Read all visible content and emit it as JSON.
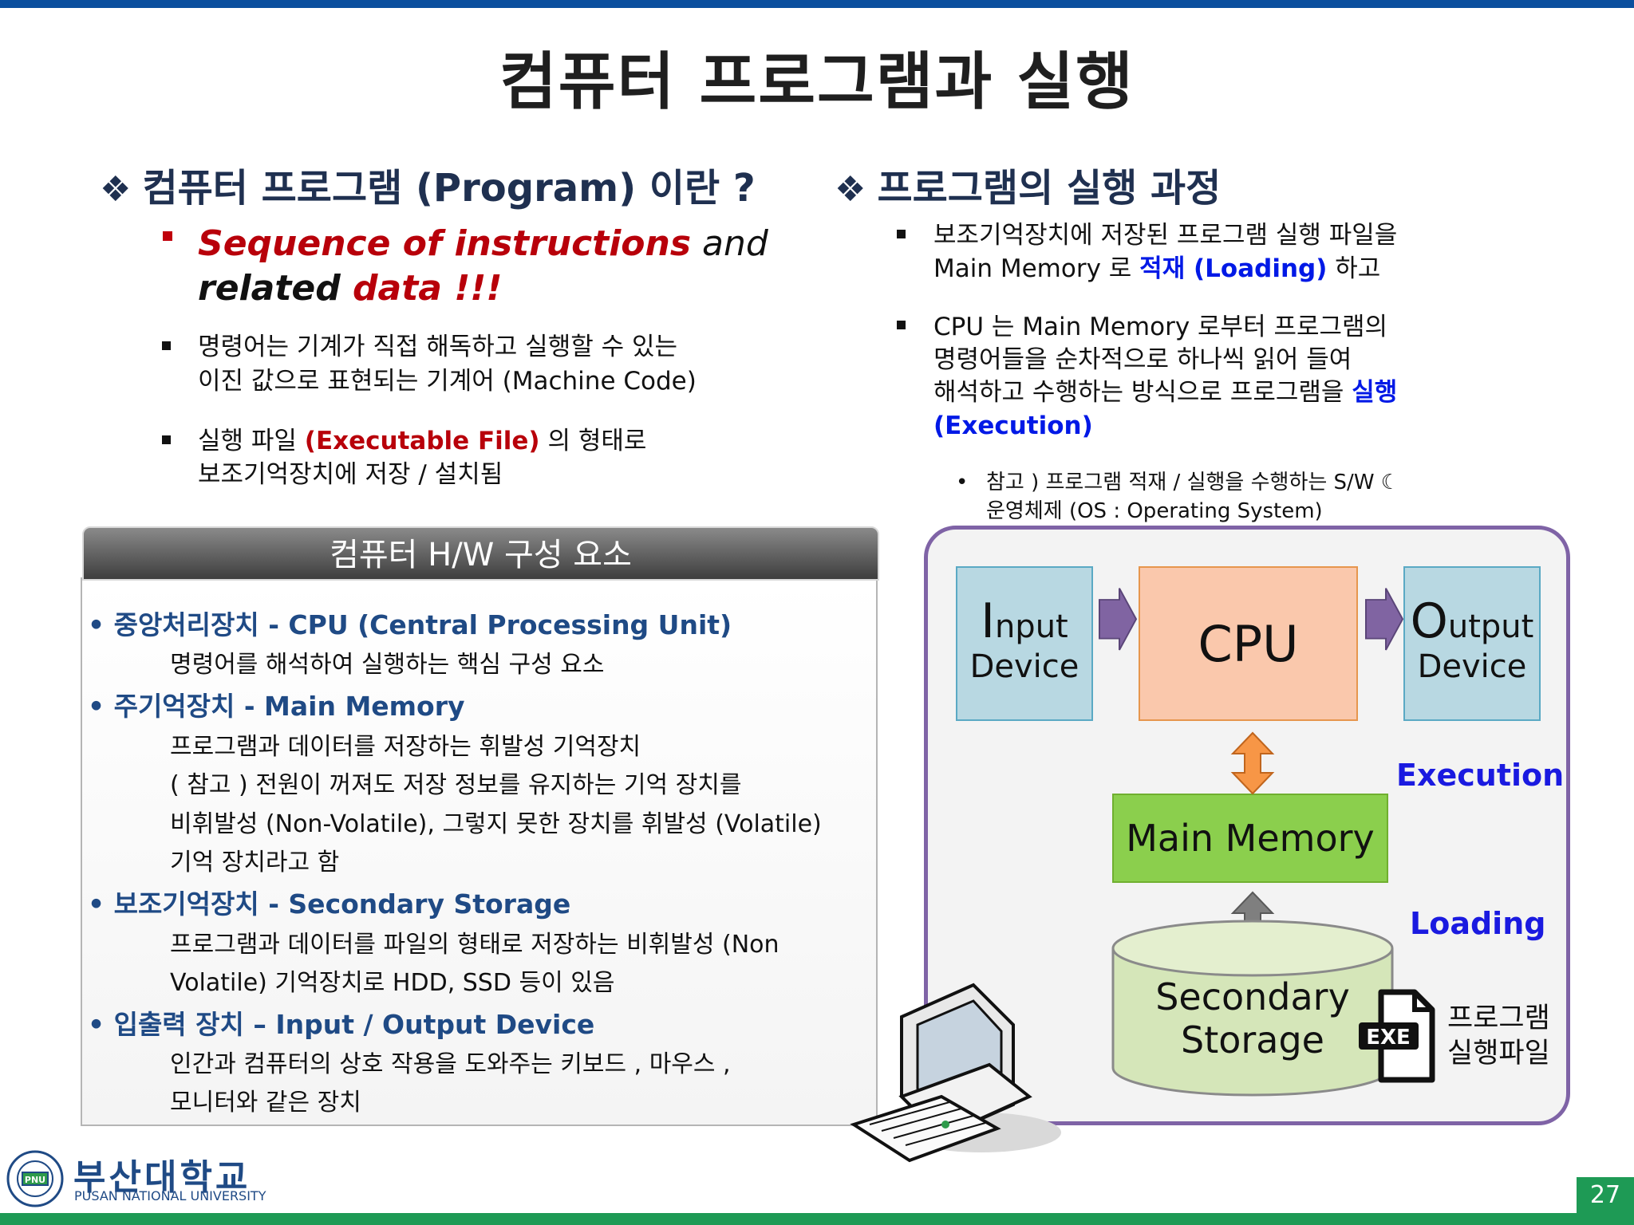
{
  "slide": {
    "title": "컴퓨터 프로그램과 실행",
    "page_number": "27"
  },
  "left": {
    "heading_symbol": "❖",
    "heading": "컴퓨터 프로그램 (Program) 이란 ?",
    "b1_part1": "Sequence of instructions",
    "b1_part2": " and",
    "b1_part3": "related",
    "b1_part4": " data !!!",
    "b2_line1": "명령어는 기계가 직접 해독하고 실행할 수 있는",
    "b2_line2": "이진 값으로 표현되는 기계어  (Machine Code)",
    "b3_part1": "실행 파일 ",
    "b3_part2": "(Executable File)",
    "b3_part3": " 의 형태로",
    "b3_line2": "보조기억장치에 저장 / 설치됨"
  },
  "right": {
    "heading_symbol": "❖",
    "heading": "프로그램의 실행 과정",
    "b1_line1": "보조기억장치에 저장된 프로그램 실행 파일을",
    "b1_line2a": "Main Memory 로 ",
    "b1_line2b": "적재 (Loading)",
    "b1_line2c": " 하고",
    "b2_line1": "CPU 는  Main Memory 로부터 프로그램의",
    "b2_line2": "명령어들을 순차적으로 하나씩 읽어 들여",
    "b2_line3a": "해석하고 수행하는 방식으로 프로그램을 ",
    "b2_line3b": "실행",
    "b2_line4": "(Execution)",
    "note_line1": "참고 )  프로그램 적재 / 실행을 수행하는  S/W  ☾",
    "note_line2": "운영체제 (OS : Operating System)"
  },
  "hw_panel": {
    "header": "컴퓨터  H/W  구성 요소",
    "items": [
      {
        "title": "• 중앙처리장치  - CPU (Central Processing Unit)",
        "desc": [
          "명령어를 해석하여 실행하는 핵심 구성 요소"
        ]
      },
      {
        "title": "• 주기억장치  - Main Memory",
        "desc": [
          "프로그램과 데이터를 저장하는 휘발성 기억장치",
          "( 참고 )  전원이 꺼져도 저장 정보를 유지하는 기억 장치를",
          "비휘발성  (Non-Volatile),  그렇지 못한 장치를 휘발성 (Volatile)",
          "기억 장치라고 함"
        ]
      },
      {
        "title": "• 보조기억장치  - Secondary Storage",
        "desc": [
          "프로그램과 데이터를 파일의 형태로 저장하는 비휘발성 (Non",
          "Volatile)  기억장치로  HDD, SSD  등이 있음"
        ]
      },
      {
        "title": "• 입출력 장치 –  Input / Output Device",
        "desc": [
          "인간과 컴퓨터의 상호 작용을 도와주는 키보드 ,  마우스 ,",
          "모니터와 같은 장치"
        ]
      }
    ]
  },
  "diagram": {
    "input_big": "I",
    "input_rest": "nput",
    "input_line2": "Device",
    "cpu": "CPU",
    "output_big": "O",
    "output_rest": "utput",
    "output_line2": "Device",
    "execution": "Execution",
    "main_memory": "Main Memory",
    "loading": "Loading",
    "storage_line1": "Secondary",
    "storage_line2": "Storage",
    "exe_icon_label": "EXE",
    "file_line1": "프로그램",
    "file_line2": "실행파일",
    "colors": {
      "border": "#7f63a6",
      "io": "#b8d8e2",
      "cpu": "#fac8ac",
      "memory": "#8bcf4d",
      "storage": "#d5e6b9",
      "arrow_purple": "#8064a2",
      "arrow_orange": "#f79646",
      "arrow_gray": "#7f7f7f"
    }
  },
  "logo": {
    "name_ko": "부산대학교",
    "name_en": "PUSAN NATIONAL UNIVERSITY",
    "seal_text": "PNU"
  }
}
